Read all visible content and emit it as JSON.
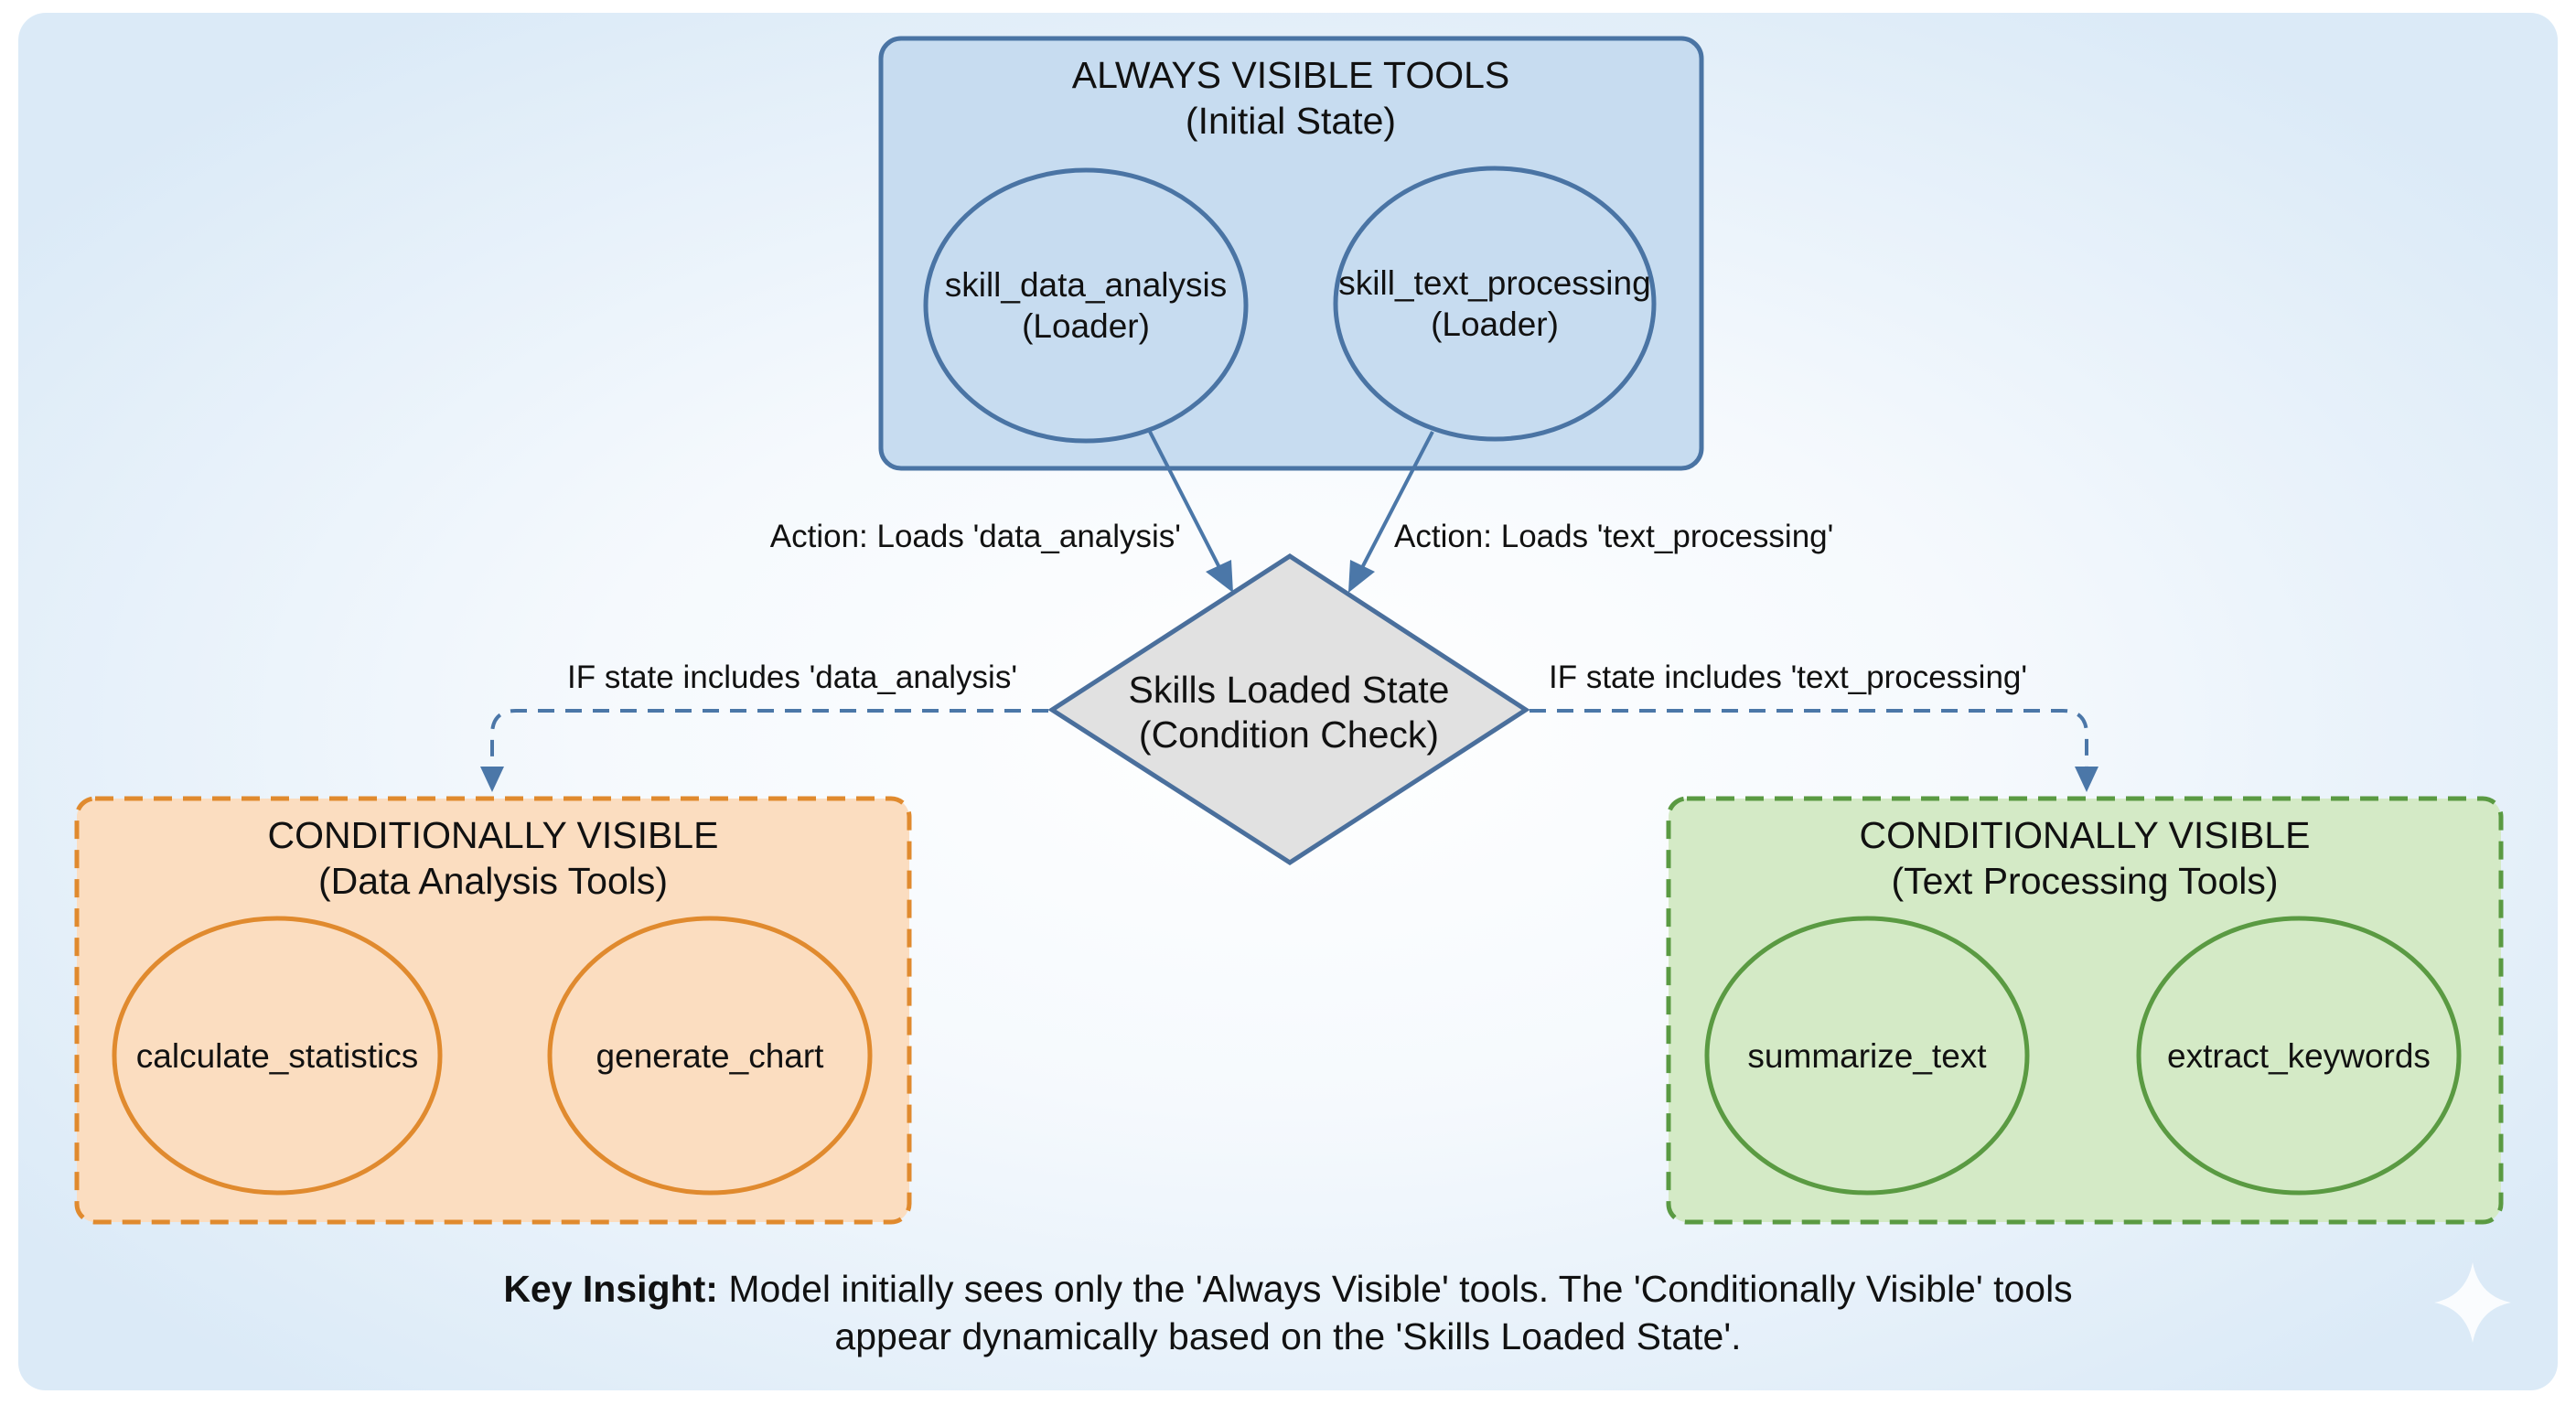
{
  "colors": {
    "blue_stroke": "#4a74a4",
    "blue_fill": "#c7dcf0",
    "orange_stroke": "#e08a2e",
    "orange_fill": "#fbddc0",
    "green_stroke": "#5a9a42",
    "green_fill": "#d4eac6",
    "diamond_fill": "#e1e1e1",
    "diamond_stroke": "#4a6f9c",
    "arrow": "#4b77a8",
    "background_outer": "#dbeaf7",
    "background_inner": "#ffffff"
  },
  "always_visible": {
    "title": "ALWAYS VISIBLE TOOLS",
    "subtitle": "(Initial State)",
    "nodes": [
      {
        "line1": "skill_data_analysis",
        "line2": "(Loader)"
      },
      {
        "line1": "skill_text_processing",
        "line2": "(Loader)"
      }
    ]
  },
  "decision": {
    "line1": "Skills Loaded State",
    "line2": "(Condition Check)"
  },
  "edges": {
    "load_data": "Action: Loads 'data_analysis'",
    "load_text": "Action: Loads 'text_processing'",
    "if_data": "IF state includes 'data_analysis'",
    "if_text": "IF state includes 'text_processing'"
  },
  "data_tools": {
    "title": "CONDITIONALLY VISIBLE",
    "subtitle": "(Data Analysis Tools)",
    "nodes": [
      "calculate_statistics",
      "generate_chart"
    ]
  },
  "text_tools": {
    "title": "CONDITIONALLY VISIBLE",
    "subtitle": "(Text Processing Tools)",
    "nodes": [
      "summarize_text",
      "extract_keywords"
    ]
  },
  "insight": {
    "label": "Key Insight:",
    "line1": " Model initially sees only the 'Always Visible' tools. The 'Conditionally Visible' tools",
    "line2": "appear dynamically based on the 'Skills Loaded State'."
  },
  "icons": {
    "corner": "sparkle-icon"
  }
}
